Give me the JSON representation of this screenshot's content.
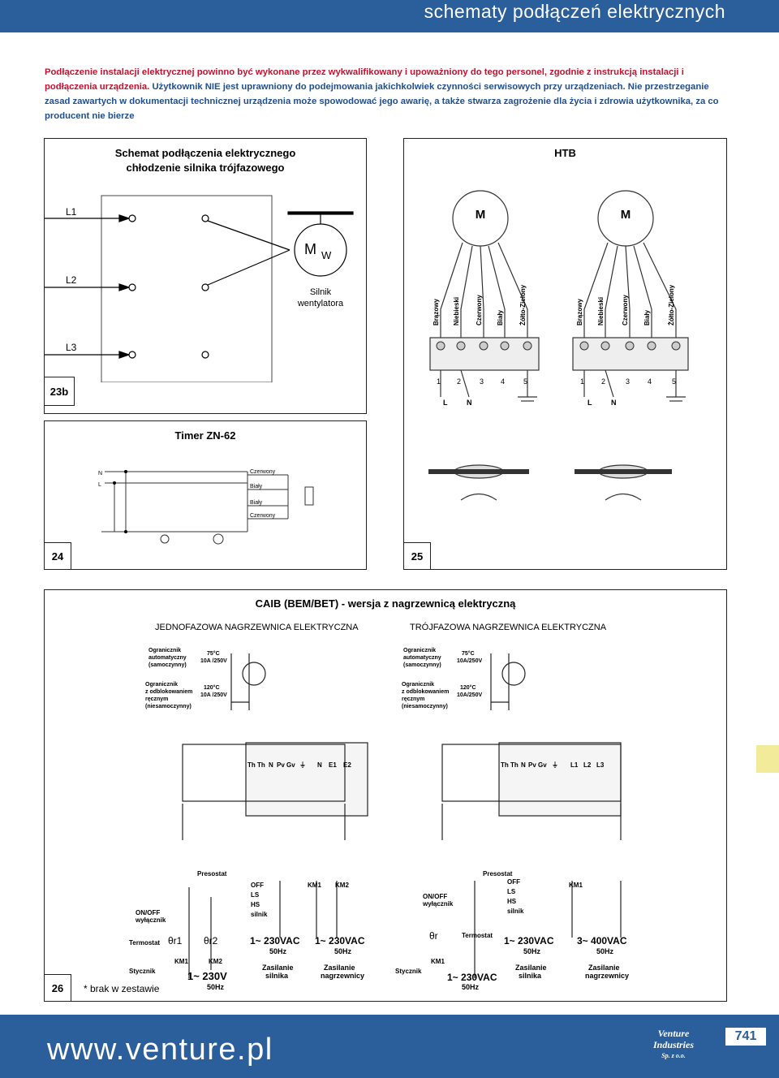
{
  "header": {
    "title": "schematy podłączeń elektrycznych"
  },
  "intro": {
    "part1": "Podłączenie instalacji elektrycznej powinno być wykonane przez wykwalifikowany i upoważniony do tego personel, zgodnie z instrukcją instalacji i podłączenia urządzenia.",
    "part2": " Użytkownik NIE jest uprawniony do podejmowania jakichkolwiek czynności serwisowych przy urządzeniach.",
    "part3": " Nie przestrzeganie zasad zawartych w dokumentacji technicznej urządzenia może spowodować jego awarię, a także stwarza zagrożenie dla życia i zdrowia użytkownika, za co producent nie bierze"
  },
  "fig23b": {
    "title_line1": "Schemat podłączenia elektrycznego",
    "title_line2": "chłodzenie silnika trójfazowego",
    "label": "23b",
    "phases": [
      "L1",
      "L2",
      "L3"
    ],
    "motor_symbol": "M",
    "motor_sub": "W",
    "motor_caption1": "Silnik",
    "motor_caption2": "wentylatora"
  },
  "fig25": {
    "title": "HTB",
    "label": "25",
    "motor_symbol": "M",
    "wires": [
      "Brązowy",
      "Niebieski",
      "Czerwony",
      "Biały",
      "Żółto-Zielony"
    ],
    "terminals": [
      "1",
      "2",
      "3",
      "4",
      "5"
    ],
    "line_labels": [
      "L",
      "N"
    ]
  },
  "fig24": {
    "title": "Timer ZN-62",
    "label": "24",
    "lines": [
      "N",
      "L"
    ],
    "wire_labels": [
      "Czerwony",
      "Biały",
      "Biały",
      "Czerwony"
    ]
  },
  "fig26": {
    "title": "CAIB (BEM/BET) - wersja z nagrzewnicą elektryczną",
    "label": "26",
    "note": "* brak w zestawie",
    "left": {
      "subtitle": "JEDNOFAZOWA NAGRZEWNICA ELEKTRYCZNA",
      "limiter1": [
        "Ogranicznik",
        "automatyczny",
        "(samoczynny)"
      ],
      "limiter1_spec": [
        "75°C",
        "10A /250V"
      ],
      "limiter2": [
        "Ogranicznik",
        "z odblokowaniem",
        "ręcznym",
        "(niesamoczynny)"
      ],
      "limiter2_spec": [
        "120°C",
        "10A /250V"
      ],
      "terminals": [
        "Th",
        "Th",
        "N",
        "Pv",
        "Gv",
        "⏚",
        "N",
        "E1",
        "E2"
      ],
      "presostat": "Presostat",
      "onoff": [
        "ON/OFF",
        "wyłącznik"
      ],
      "switch_opts": [
        "OFF",
        "LS",
        "HS",
        "silnik"
      ],
      "termostat": "Termostat",
      "stycznik": "Stycznik",
      "theta": [
        "θr1",
        "θr2"
      ],
      "km": [
        "KM1",
        "KM2",
        "KM1",
        "KM2"
      ],
      "supply_motor": [
        "1~ 230VAC",
        "50Hz",
        "Zasilanie",
        "silnika"
      ],
      "supply_heater": [
        "1~ 230VAC",
        "50Hz",
        "Zasilanie",
        "nagrzewnicy"
      ],
      "supply_bottom": [
        "1~ 230V",
        "50Hz"
      ]
    },
    "right": {
      "subtitle": "TRÓJFAZOWA NAGRZEWNICA ELEKTRYCZNA",
      "limiter1": [
        "Ogranicznik",
        "automatyczny",
        "(samoczynny)"
      ],
      "limiter1_spec": [
        "75°C",
        "10A/250V"
      ],
      "limiter2": [
        "Ogranicznik",
        "z odblokowaniem",
        "ręcznym",
        "(niesamoczynny)"
      ],
      "limiter2_spec": [
        "120°C",
        "10A/250V"
      ],
      "terminals": [
        "Th",
        "Th",
        "N",
        "Pv",
        "Gv",
        "⏚",
        "L1",
        "L2",
        "L3"
      ],
      "presostat": "Presostat",
      "onoff": [
        "ON/OFF",
        "wyłącznik"
      ],
      "switch_opts": [
        "OFF",
        "LS",
        "HS",
        "silnik"
      ],
      "termostat": "Termostat",
      "stycznik": "Stycznik",
      "theta": "θr",
      "km": [
        "KM1",
        "KM1"
      ],
      "supply_motor": [
        "1~ 230VAC",
        "50Hz",
        "Zasilanie",
        "silnika"
      ],
      "supply_heater": [
        "3~ 400VAC",
        "50Hz",
        "Zasilanie",
        "nagrzewnicy"
      ],
      "supply_bottom": [
        "1~ 230VAC",
        "50Hz"
      ]
    }
  },
  "footer": {
    "url": "www.venture.pl",
    "page_number": "741",
    "logo_line1": "Venture",
    "logo_line2": "Industries",
    "logo_line3": "Sp. z o.o."
  }
}
